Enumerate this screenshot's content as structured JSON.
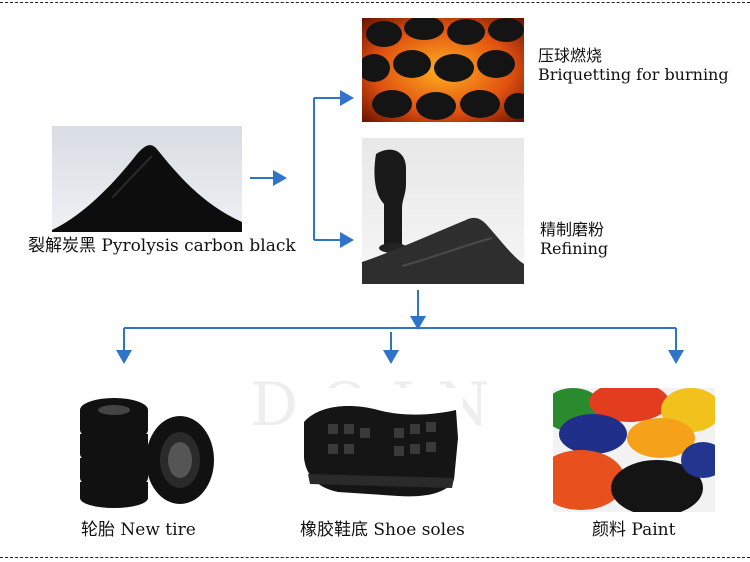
{
  "source": {
    "label_cn": "裂解炭黑",
    "label_en": "Pyrolysis carbon black"
  },
  "branches": [
    {
      "label_cn": "压球燃烧",
      "label_en": "Briquetting for burning"
    },
    {
      "label_cn": "精制磨粉",
      "label_en": "Refining"
    }
  ],
  "products": [
    {
      "label_cn": "轮胎",
      "label_en": "New tire"
    },
    {
      "label_cn": "橡胶鞋底",
      "label_en": "Shoe soles"
    },
    {
      "label_cn": "颜料",
      "label_en": "Paint"
    }
  ],
  "colors": {
    "arrow": "#2f74c8",
    "border": "#222222"
  }
}
